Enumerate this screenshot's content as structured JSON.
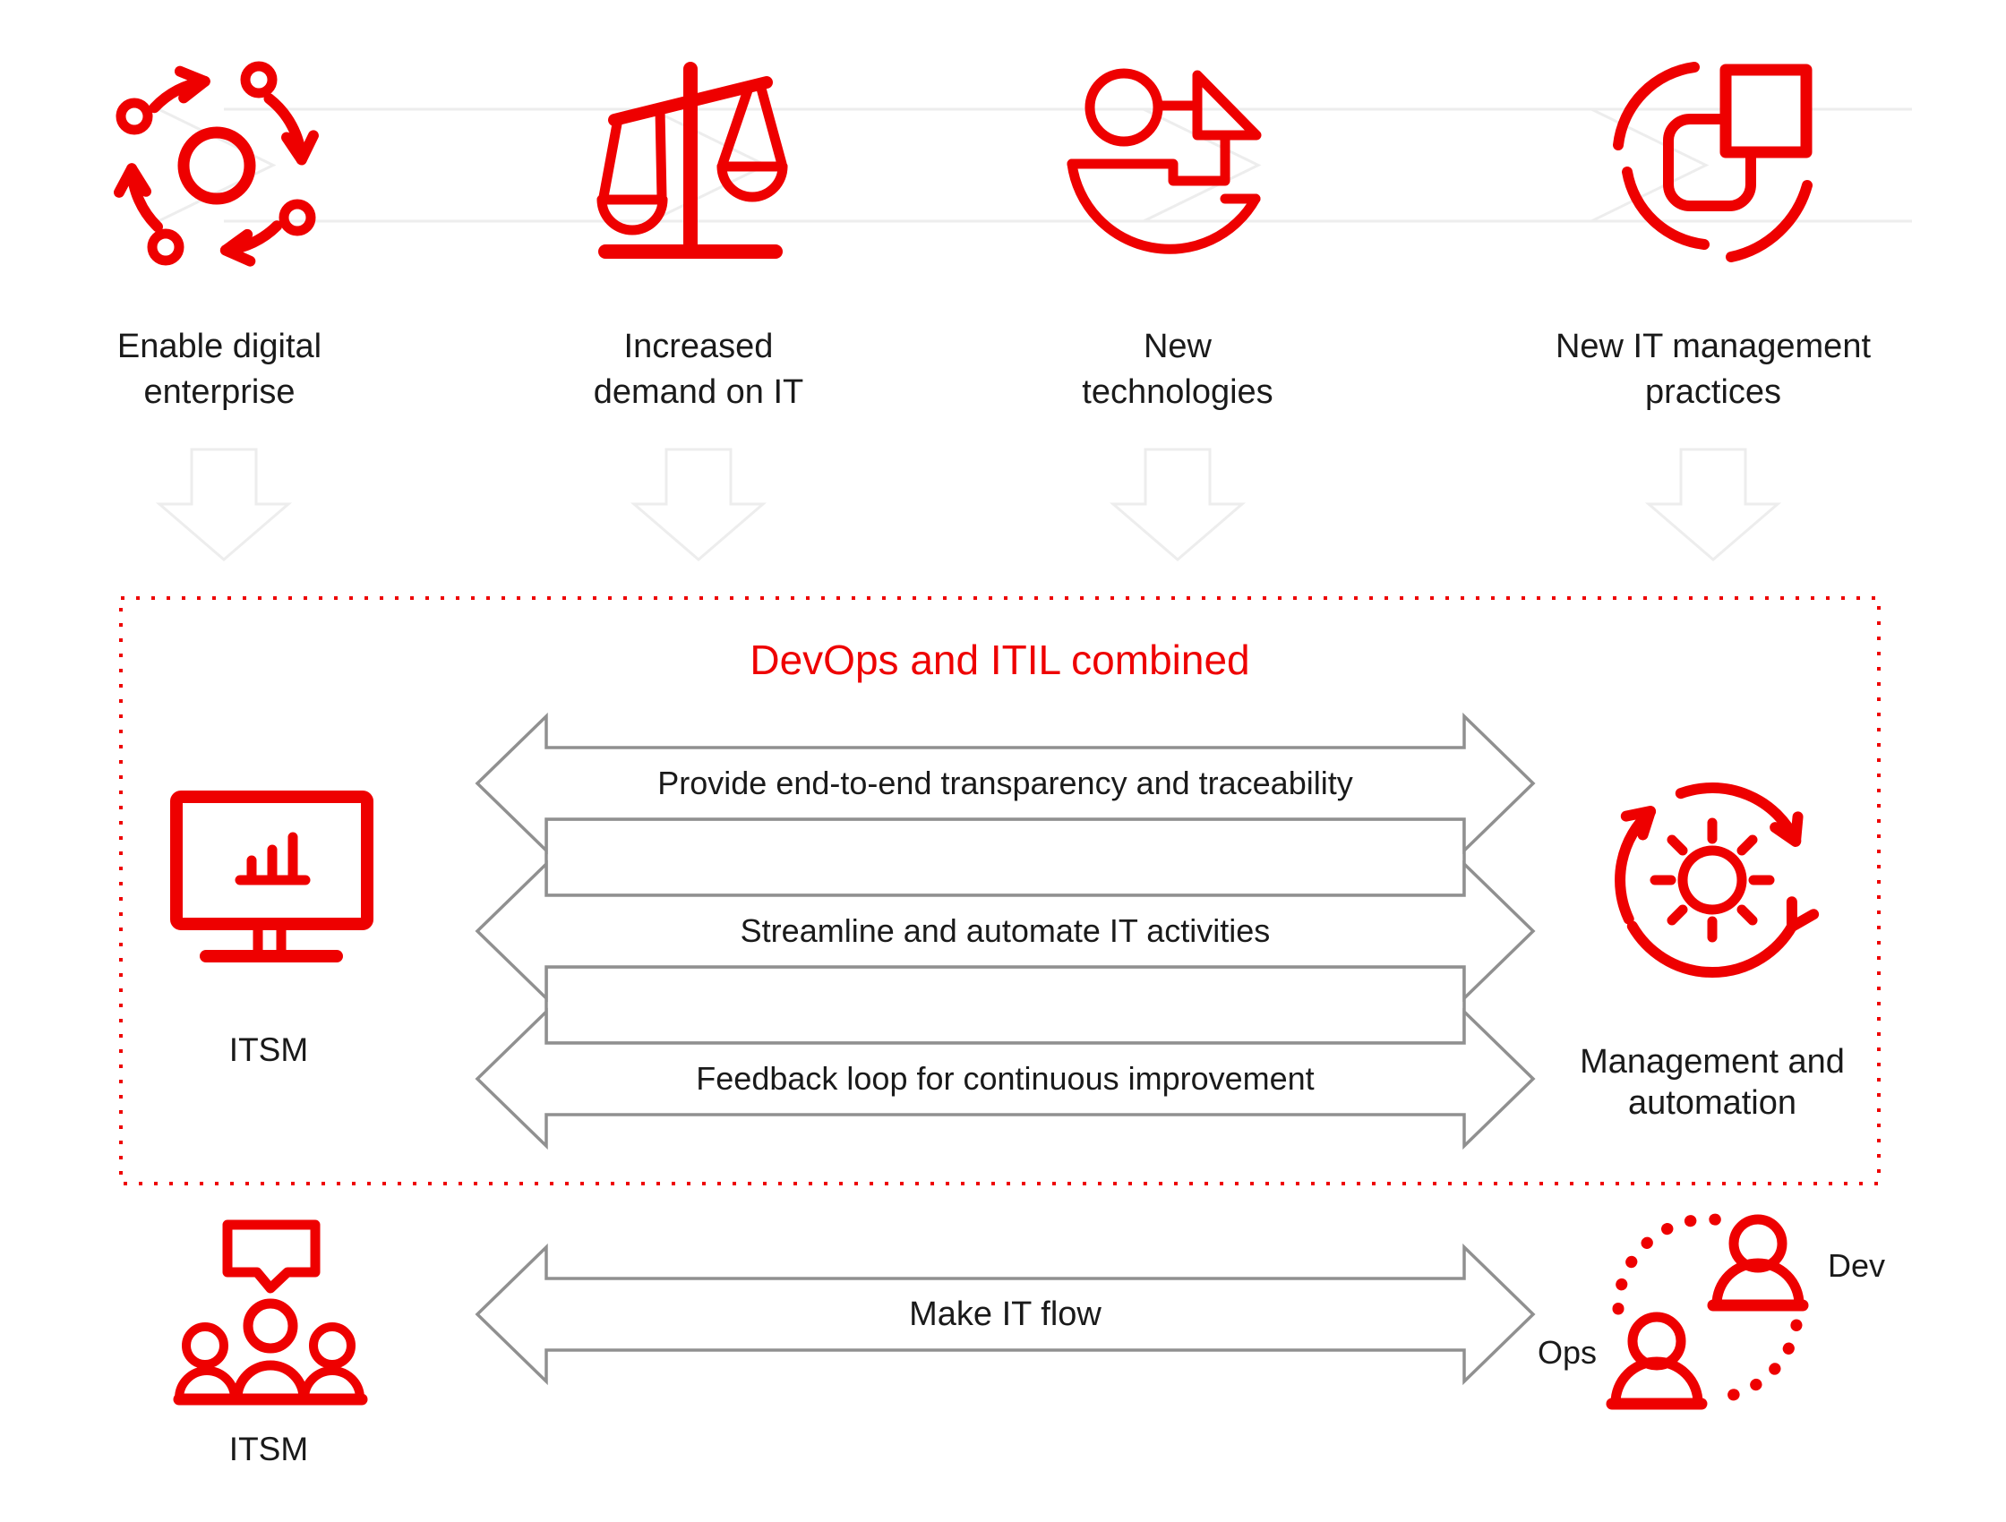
{
  "colors": {
    "accent_red": "#ee0000",
    "arrow_outline_gray": "#909090",
    "faint_band_gray": "#ededed",
    "text_dark": "#1a1a1a"
  },
  "top_row": {
    "items": [
      {
        "icon": "cycle-icon",
        "lines": [
          "Enable digital",
          "enterprise"
        ]
      },
      {
        "icon": "scales-icon",
        "lines": [
          "Increased",
          "demand on IT"
        ]
      },
      {
        "icon": "new-technologies-icon",
        "lines": [
          "New",
          "technologies"
        ]
      },
      {
        "icon": "it-practices-icon",
        "lines": [
          "New IT management",
          "practices"
        ]
      }
    ]
  },
  "combined_box": {
    "title": "DevOps and ITIL combined",
    "left_item": {
      "icon": "monitor-chart-icon",
      "label": "ITSM"
    },
    "right_item": {
      "icon": "gear-cycle-icon",
      "lines": [
        "Management and",
        "automation"
      ]
    },
    "arrows": [
      "Provide end-to-end transparency and traceability",
      "Streamline and automate IT activities",
      "Feedback loop for continuous improvement"
    ]
  },
  "bottom_row": {
    "left_item": {
      "icon": "people-discussion-icon",
      "label": "ITSM"
    },
    "flow_arrow": "Make IT flow",
    "duo": {
      "icon": "dev-ops-people-icon",
      "ops_label": "Ops",
      "dev_label": "Dev"
    }
  }
}
